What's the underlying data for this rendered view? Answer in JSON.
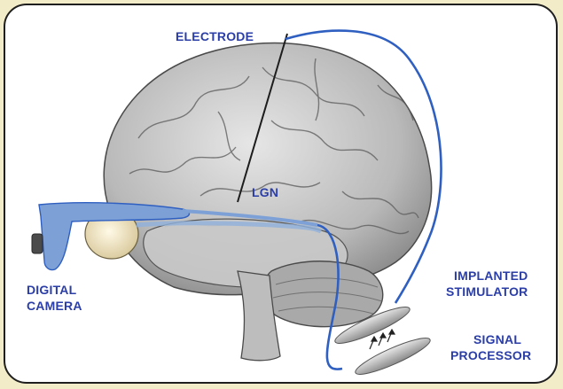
{
  "labels": {
    "electrode": "ELECTRODE",
    "lgn": "LGN",
    "digital": "DIGITAL",
    "camera": "CAMERA",
    "implanted": "IMPLANTED",
    "stimulator": "STIMULATOR",
    "signal": "SIGNAL",
    "processor": "PROCESSOR"
  },
  "colors": {
    "label": "#2b3ea8",
    "wire": "#2f5fc0",
    "glasses": "#7da1d6",
    "background": "#f3ecc9"
  }
}
